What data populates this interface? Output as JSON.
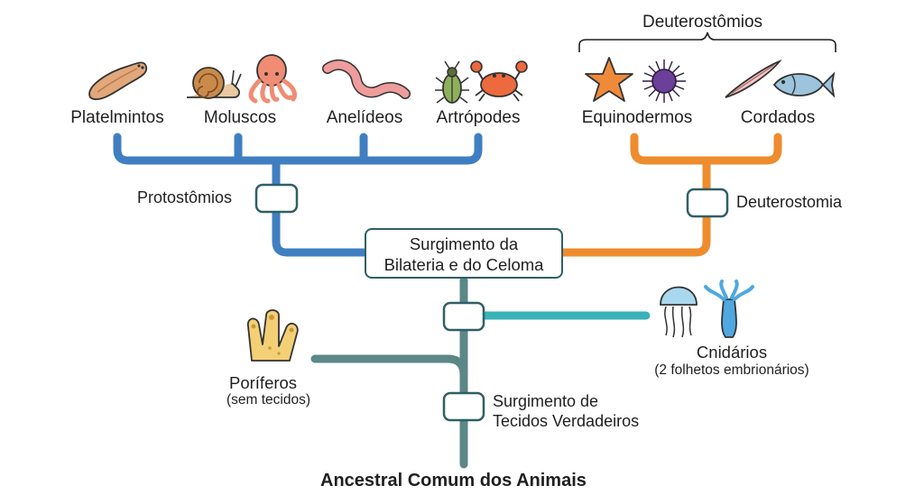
{
  "colors": {
    "protostome": "#3f7fc1",
    "deuterostome": "#ee8c2e",
    "base": "#5b8787",
    "cnidarian": "#39b2b8",
    "node_border": "#2f5f66"
  },
  "deuterostome_group": "Deuterostômios",
  "taxa": {
    "platelmintos": "Platelmintos",
    "moluscos": "Moluscos",
    "anelideos": "Anelídeos",
    "artropodes": "Artrópodes",
    "equinodermos": "Equinodermos",
    "cordados": "Cordados"
  },
  "nodes": {
    "protostomios": "Protostômios",
    "deuterostomia": "Deuterostomia",
    "bilateria_line1": "Surgimento da",
    "bilateria_line2": "Bilateria e do Celoma",
    "tecidos_line1": "Surgimento de",
    "tecidos_line2": "Tecidos Verdadeiros"
  },
  "cnidarios": {
    "name": "Cnidários",
    "detail": "(2 folhetos embrionários)"
  },
  "poriferos": {
    "name": "Poríferos",
    "detail": "(sem tecidos)"
  },
  "root": "Ancestral Comum dos Animais",
  "icons": [
    "flatworm-icon",
    "snail-icon",
    "octopus-icon",
    "earthworm-icon",
    "beetle-icon",
    "crab-icon",
    "starfish-icon",
    "sea-urchin-icon",
    "lancelet-icon",
    "fish-icon",
    "jellyfish-icon",
    "hydra-icon",
    "sponge-icon"
  ]
}
